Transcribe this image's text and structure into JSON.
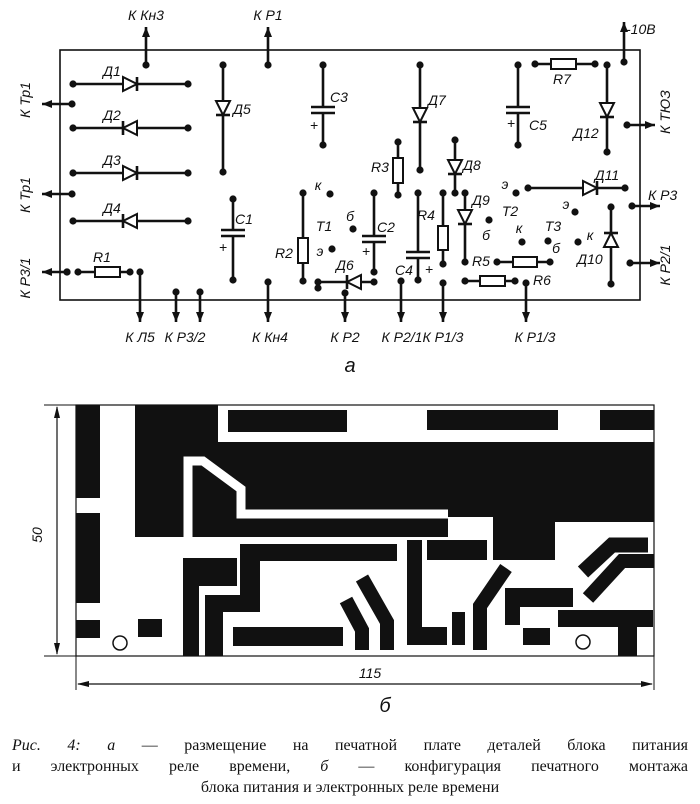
{
  "schematic": {
    "panel_label": "а",
    "top_terminals": [
      "К Кн3",
      "К Р1",
      "-10В"
    ],
    "left_terminals": [
      "К Тр1",
      "К Тр1",
      "К Р3/1"
    ],
    "bottom_terminals": [
      "К Л5",
      "К Р3/2",
      "К Кн4",
      "К Р2",
      "К Р2/1",
      "К Р1/3",
      "К Р1/3"
    ],
    "right_terminals": [
      "К ТЮЗ",
      "К Р3",
      "К Р2/1"
    ],
    "components": {
      "D1": "Д1",
      "D2": "Д2",
      "D3": "Д3",
      "D4": "Д4",
      "D5": "Д5",
      "D6": "Д6",
      "D7": "Д7",
      "D8": "Д8",
      "D9": "Д9",
      "D10": "Д10",
      "D11": "Д11",
      "D12": "Д12",
      "R1": "R1",
      "R2": "R2",
      "R3": "R3",
      "R4": "R4",
      "R5": "R5",
      "R6": "R6",
      "R7": "R7",
      "C1": "C1",
      "C2": "C2",
      "C3": "C3",
      "C4": "C4",
      "C5": "C5",
      "T1": "T1",
      "T2": "T2",
      "T3": "T3"
    },
    "pin_labels": {
      "collector": "к",
      "base": "б",
      "emitter": "э"
    },
    "polarity": "+"
  },
  "pcb": {
    "panel_label": "б",
    "height_dim": "50",
    "width_dim": "115"
  },
  "caption": {
    "fig": "Рис. 4:",
    "a": "а",
    "text1": " — размещение на печатной плате деталей блока питания",
    "text2a": "и электронных реле времени, ",
    "b": "б",
    "text2b": " — конфигурация печатного монтажа",
    "text3": "блока питания и электронных реле времени"
  }
}
